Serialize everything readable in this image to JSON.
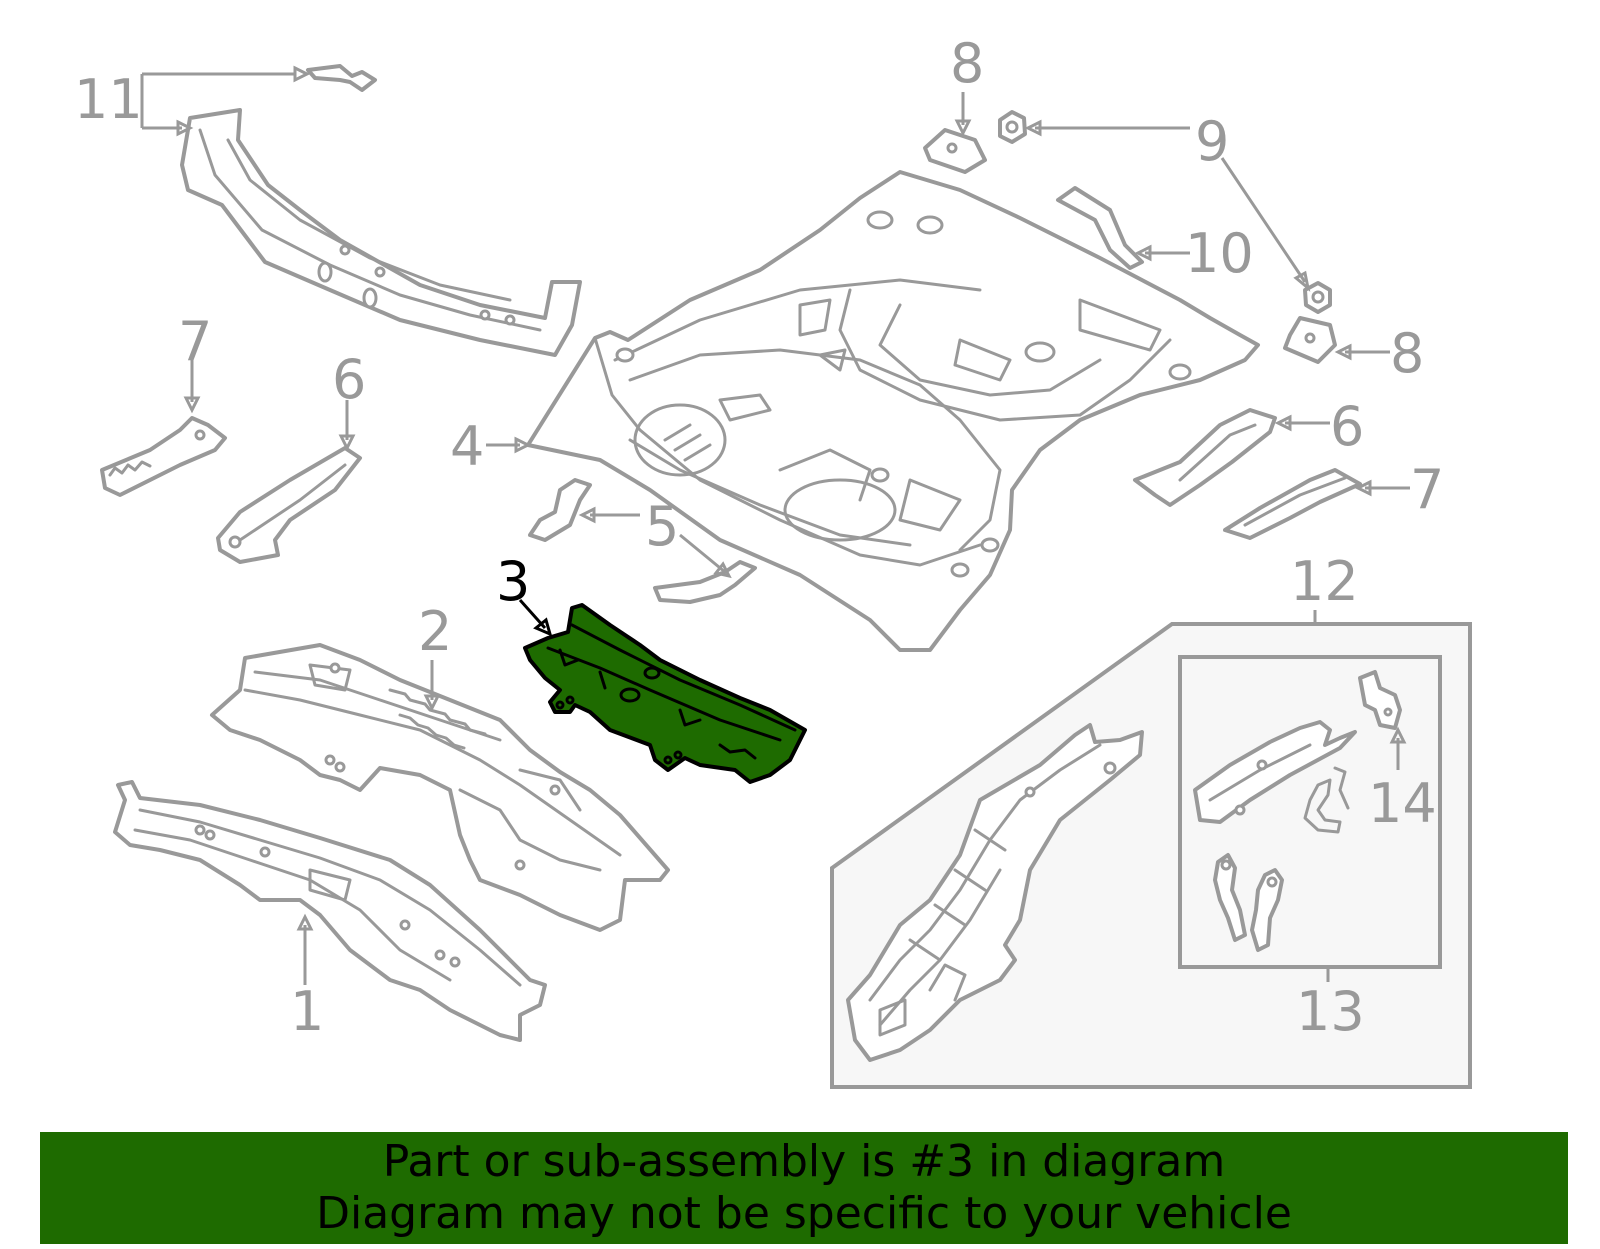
{
  "diagram": {
    "highlighted_part": "3",
    "callouts": {
      "c1": "1",
      "c2": "2",
      "c3": "3",
      "c4": "4",
      "c5": "5",
      "c6a": "6",
      "c6b": "6",
      "c7a": "7",
      "c7b": "7",
      "c8a": "8",
      "c8b": "8",
      "c9": "9",
      "c10": "10",
      "c11": "11",
      "c12": "12",
      "c13": "13",
      "c14": "14"
    },
    "colors": {
      "line": "#999999",
      "highlight_fill": "#1e6b00",
      "highlight_stroke": "#000000",
      "banner": "#1e6b00"
    }
  },
  "banner": {
    "line1": "Part or sub-assembly is #3 in diagram",
    "line2": "Diagram may not be specific to your vehicle"
  }
}
